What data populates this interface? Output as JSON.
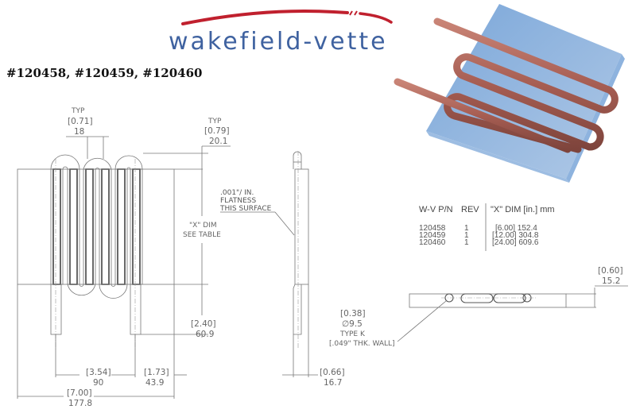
{
  "brand": {
    "name": "wakefield-vette",
    "text_color": "#3f62a0",
    "arc_color": "#c0202e"
  },
  "part_numbers_title": "#120458, #120459, #120460",
  "front_view": {
    "pitch": {
      "label": "TYP",
      "inch": "0.71",
      "mm": "18"
    },
    "bend_extension": {
      "label": "TYP",
      "inch": "0.79",
      "mm": "20.1"
    },
    "x_dim_note": {
      "line1": "\"X\" DIM",
      "line2": "SEE TABLE"
    },
    "tube_extension": {
      "inch": "2.40",
      "mm": "60.9"
    },
    "inlet_spacing": {
      "inch": "3.54",
      "mm": "90"
    },
    "edge_offset": {
      "inch": "1.73",
      "mm": "43.9"
    },
    "plate_width": {
      "inch": "7.00",
      "mm": "177.8"
    }
  },
  "side_view": {
    "flatness_note": {
      "line1": ".001\"/ IN.",
      "line2": "FLATNESS",
      "line3": "THIS SURFACE"
    },
    "thickness": {
      "inch": "0.66",
      "mm": "16.7"
    }
  },
  "end_view": {
    "tube": {
      "inch": "0.38",
      "diameter": "∅9.5",
      "type": "TYPE K",
      "wall": ".049\" THK. WALL"
    },
    "plate_thickness": {
      "inch": "0.60",
      "mm": "15.2"
    }
  },
  "table": {
    "headers": [
      "W-V P/N",
      "REV",
      "\"X\" DIM [in.] mm"
    ],
    "rows": [
      {
        "pn": "120458",
        "rev": "1",
        "dim": "[6.00] 152.4"
      },
      {
        "pn": "120459",
        "rev": "1",
        "dim": "[12.00] 304.8"
      },
      {
        "pn": "120460",
        "rev": "1",
        "dim": "[24.00] 609.6"
      }
    ]
  },
  "render": {
    "plate_color": "#7fa8d8",
    "tube_color": "#b06a5e"
  }
}
